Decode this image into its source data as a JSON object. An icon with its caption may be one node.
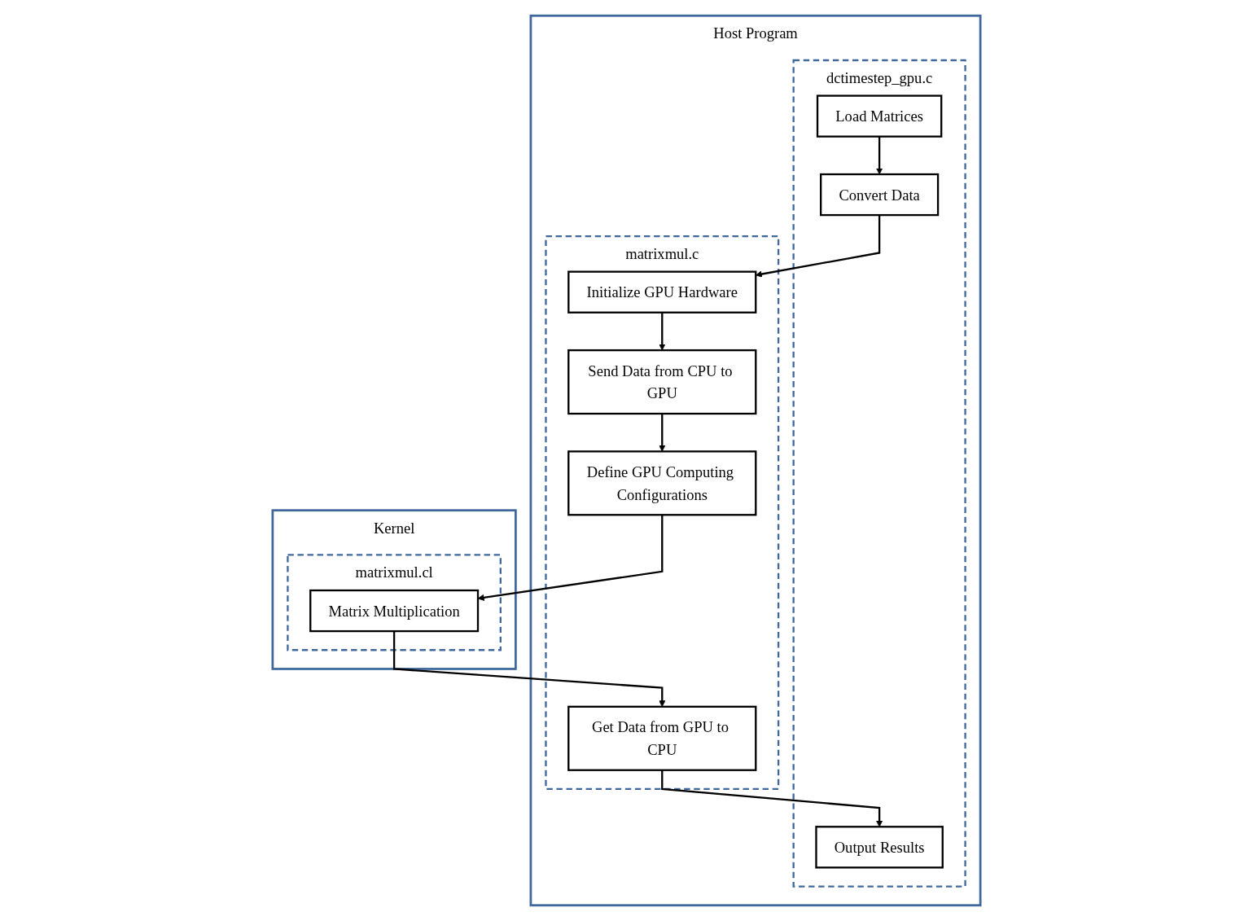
{
  "diagram": {
    "nodes": [
      {
        "text": [
          "Host Program"
        ]
      },
      {
        "text": [
          "dctimestep_gpu.c"
        ],
        "in": 0
      },
      {
        "text": [
          "Load Matrices"
        ],
        "in": 1
      },
      {
        "text": [
          "Convert Data"
        ],
        "in": 1
      },
      {
        "text": [
          "Output Results"
        ],
        "in": 1
      },
      {
        "text": [
          "matrixmul.c"
        ],
        "in": 0
      },
      {
        "text": [
          "Initialize GPU Hardware"
        ],
        "in": 5
      },
      {
        "text": [
          "Send Data from CPU to GPU"
        ],
        "in": 5
      },
      {
        "text": [
          "Define GPU Computing Configurations"
        ],
        "in": 5
      },
      {
        "text": [
          "Get Data from GPU to CPU"
        ],
        "in": 5
      },
      {
        "text": [
          "Kernel"
        ]
      },
      {
        "text": [
          "matrixmul.cl"
        ],
        "in": 10
      },
      {
        "text": [
          "Matrix Multiplication"
        ],
        "in": 11
      }
    ],
    "edges": [
      {
        "from": 2,
        "to": 3,
        "arrow": "to"
      },
      {
        "from": 3,
        "to": 6,
        "arrow": "to"
      },
      {
        "from": 6,
        "to": 7,
        "arrow": "to"
      },
      {
        "from": 7,
        "to": 8,
        "arrow": "to"
      },
      {
        "from": 8,
        "to": 12,
        "arrow": "to"
      },
      {
        "from": 12,
        "to": 9,
        "arrow": "to"
      },
      {
        "from": 9,
        "to": 4,
        "arrow": "to"
      }
    ]
  }
}
